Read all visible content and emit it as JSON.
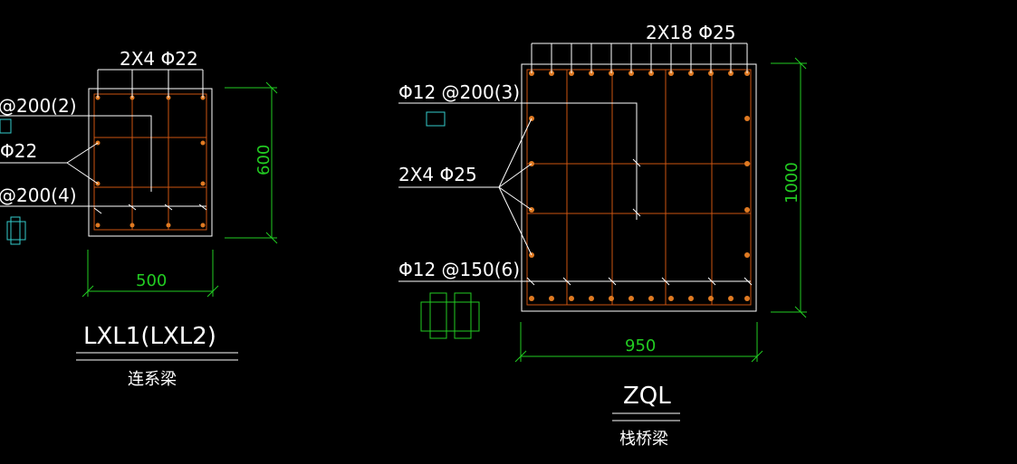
{
  "left_section": {
    "top_label": "2X4 Φ22",
    "stirrup_1": "@200(2)",
    "side_bars": "Φ22",
    "stirrup_2": "@200(4)",
    "dim_height": "600",
    "dim_width": "500",
    "title": "LXL1(LXL2)",
    "subtitle": "连系梁"
  },
  "right_section": {
    "top_label": "2X18 Φ25",
    "stirrup_1": "Φ12 @200(3)",
    "side_bars": "2X4 Φ25",
    "stirrup_2": "Φ12 @150(6)",
    "dim_height": "1000",
    "dim_width": "950",
    "title": "ZQL",
    "subtitle": "栈桥梁"
  },
  "colors": {
    "background": "#000000",
    "outline": "#ffffff",
    "rebar": "#cc5511",
    "rebar_dot": "#e07a22",
    "dimension": "#22cc22",
    "symbol": "#33cccc"
  }
}
